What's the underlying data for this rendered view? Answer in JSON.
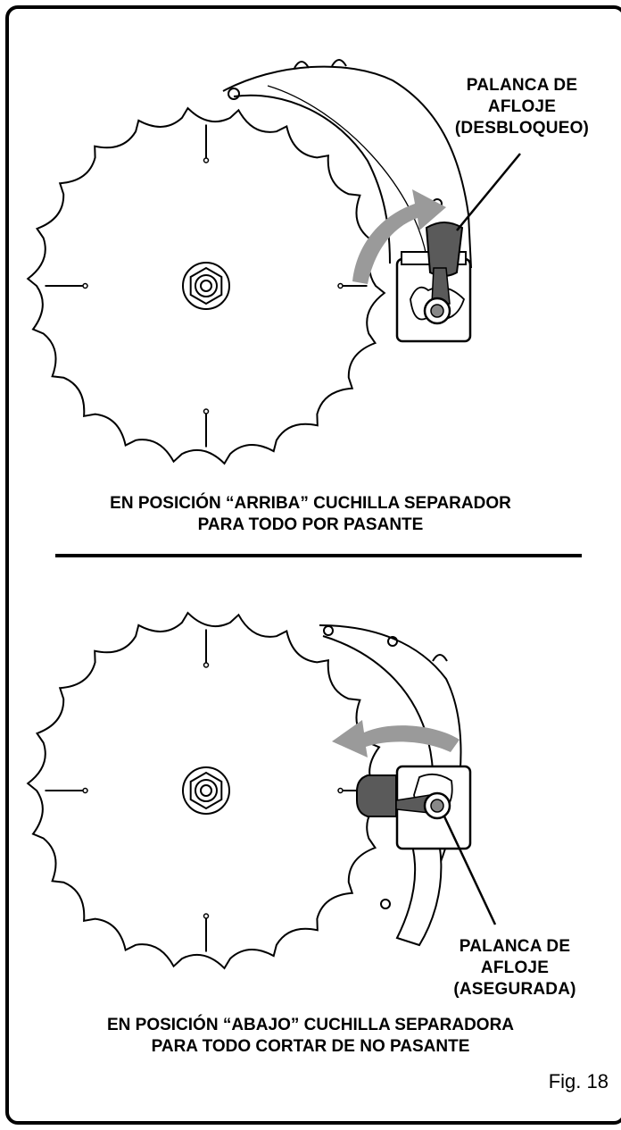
{
  "top_panel": {
    "callout": [
      "PALANCA DE",
      "AFLOJE",
      "(DESBLOQUEO)"
    ],
    "caption": [
      "EN POSICIÓN “ARRIBA” CUCHILLA SEPARADOR",
      "PARA TODO POR PASANTE"
    ]
  },
  "bottom_panel": {
    "callout": [
      "PALANCA DE",
      "AFLOJE",
      "(ASEGURADA)"
    ],
    "caption": [
      "EN POSICIÓN “ABAJO” CUCHILLA SEPARADORA",
      "PARA TODO CORTAR DE NO PASANTE"
    ]
  },
  "figure_label": "Fig. 18",
  "colors": {
    "arrow": "#9a9a9a",
    "lever": "#5a5a5a",
    "line": "#000000"
  }
}
